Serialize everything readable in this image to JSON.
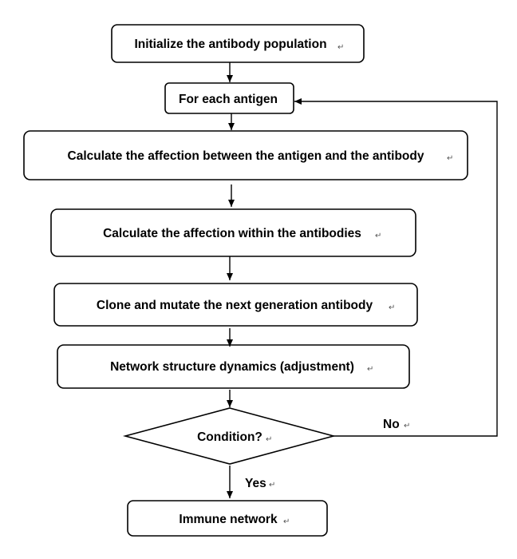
{
  "nodes": {
    "init": "Initialize the antibody population",
    "each_antigen": "For each antigen",
    "affection_antigen_antibody": "Calculate the affection between the antigen and the antibody",
    "affection_within": "Calculate the affection within the antibodies",
    "clone_mutate": "Clone and mutate the next generation antibody",
    "network_dynamics": "Network structure dynamics (adjustment)",
    "condition": "Condition?",
    "immune_network": "Immune network"
  },
  "edges": {
    "no_label": "No",
    "yes_label": "Yes"
  },
  "paragraph_mark": "↵"
}
